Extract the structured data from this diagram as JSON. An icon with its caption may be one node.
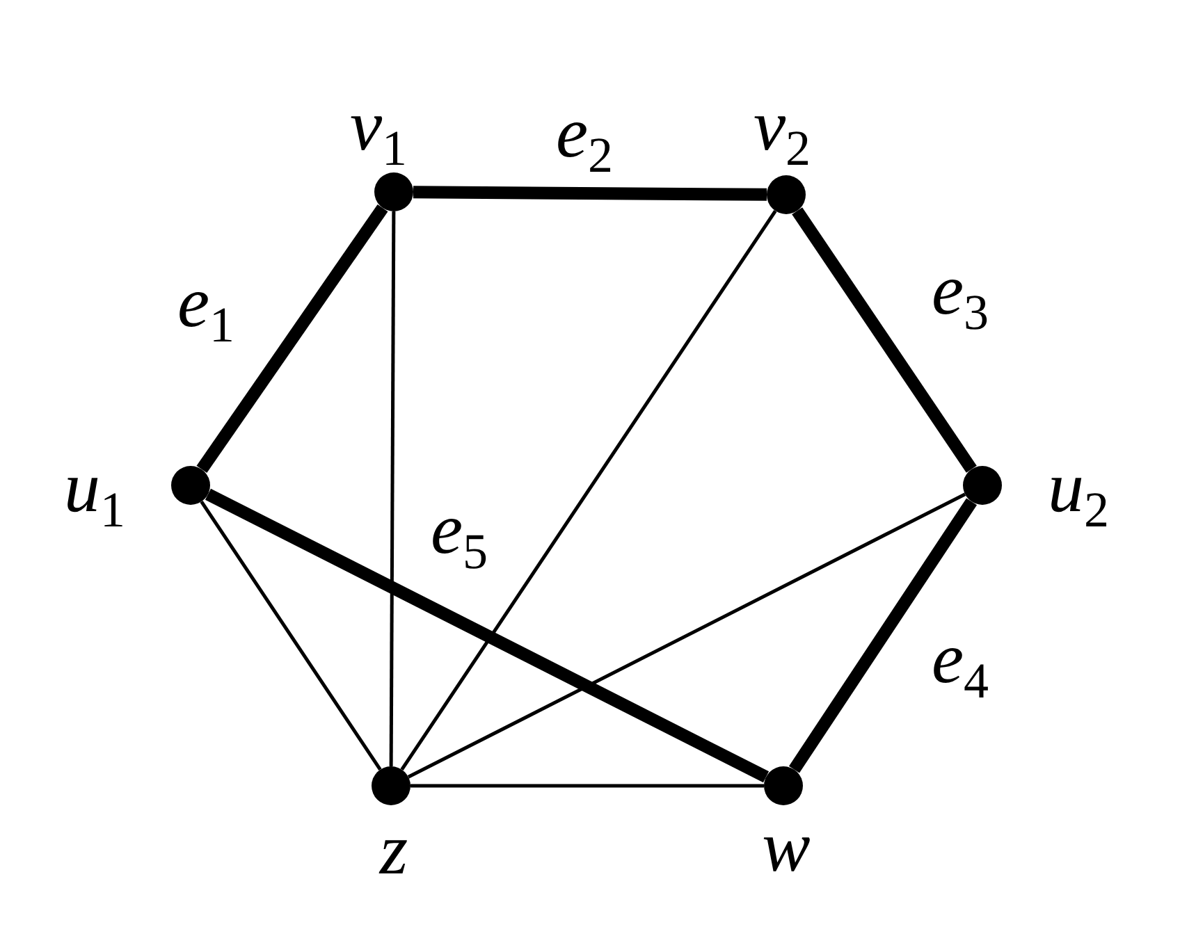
{
  "diagram": {
    "nodes": [
      {
        "text": [],
        "shape": "circle",
        "beside": [
          "v$_{1}$"
        ]
      },
      {
        "text": [],
        "shape": "circle",
        "beside": [
          "v$_{2}$"
        ]
      },
      {
        "text": [],
        "shape": "circle",
        "beside": [
          "u$_{1}$"
        ]
      },
      {
        "text": [],
        "shape": "circle",
        "beside": [
          "u$_{2}$"
        ]
      },
      {
        "text": [],
        "shape": "circle",
        "beside": [
          "z"
        ]
      },
      {
        "text": [],
        "shape": "circle",
        "beside": [
          "w"
        ]
      }
    ],
    "edges": [
      {
        "from": 2,
        "to": 0,
        "arrow": "none",
        "label": "e$_{1}$",
        "style": "thick"
      },
      {
        "from": 0,
        "to": 1,
        "arrow": "none",
        "label": "e$_{2}$",
        "style": "thick"
      },
      {
        "from": 1,
        "to": 3,
        "arrow": "none",
        "label": "e$_{3}$",
        "style": "thick"
      },
      {
        "from": 3,
        "to": 5,
        "arrow": "none",
        "label": "e$_{4}$",
        "style": "thick"
      },
      {
        "from": 2,
        "to": 5,
        "arrow": "none",
        "label": "e$_{5}$",
        "style": "thick"
      },
      {
        "from": 0,
        "to": 4,
        "arrow": "none"
      },
      {
        "from": 1,
        "to": 4,
        "arrow": "none"
      },
      {
        "from": 3,
        "to": 4,
        "arrow": "none"
      },
      {
        "from": 2,
        "to": 4,
        "arrow": "none"
      },
      {
        "from": 4,
        "to": 5,
        "arrow": "none"
      }
    ]
  }
}
